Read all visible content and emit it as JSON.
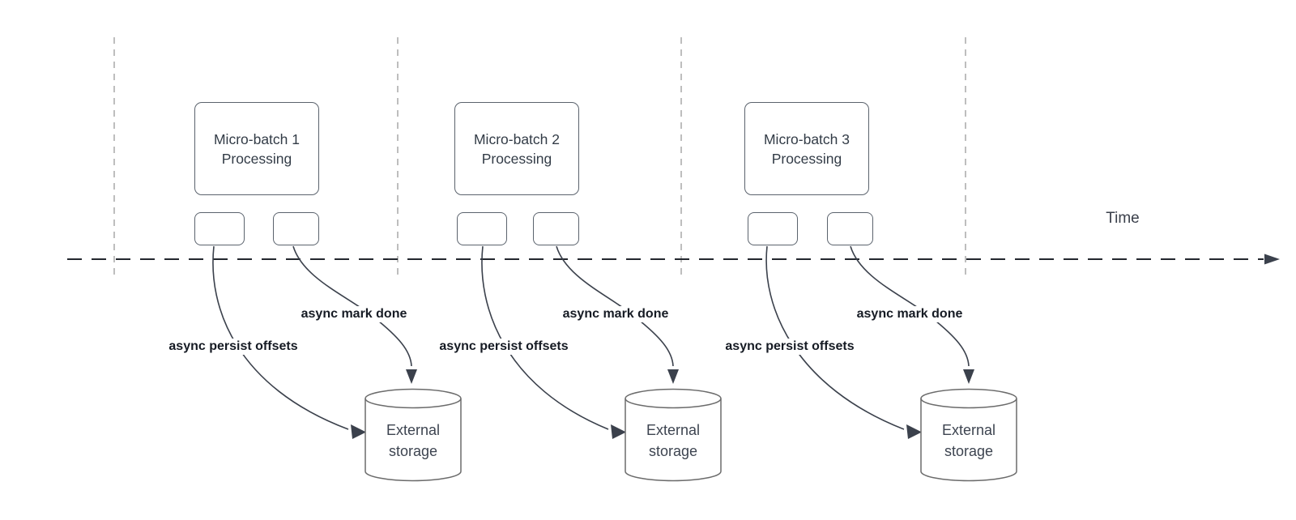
{
  "diagram": {
    "time_axis_label": "Time",
    "groups": [
      {
        "box_title_line1": "Micro-batch 1",
        "box_title_line2": "Processing",
        "persist_label": "async persist offsets",
        "mark_done_label": "async mark done",
        "storage_line1": "External",
        "storage_line2": "storage"
      },
      {
        "box_title_line1": "Micro-batch 2",
        "box_title_line2": "Processing",
        "persist_label": "async persist offsets",
        "mark_done_label": "async mark done",
        "storage_line1": "External",
        "storage_line2": "storage"
      },
      {
        "box_title_line1": "Micro-batch 3",
        "box_title_line2": "Processing",
        "persist_label": "async persist offsets",
        "mark_done_label": "async mark done",
        "storage_line1": "External",
        "storage_line2": "storage"
      }
    ],
    "colors": {
      "background": "#ffffff",
      "connector": "#3b414c",
      "timeline": "#23272e",
      "grid_line": "#a3a3a3",
      "shape_border": "#5b636d",
      "cylinder_border": "#6b6b6b",
      "title_text": "#333c47",
      "label_text": "#161b24",
      "axis_text": "#3a3f4a"
    }
  }
}
